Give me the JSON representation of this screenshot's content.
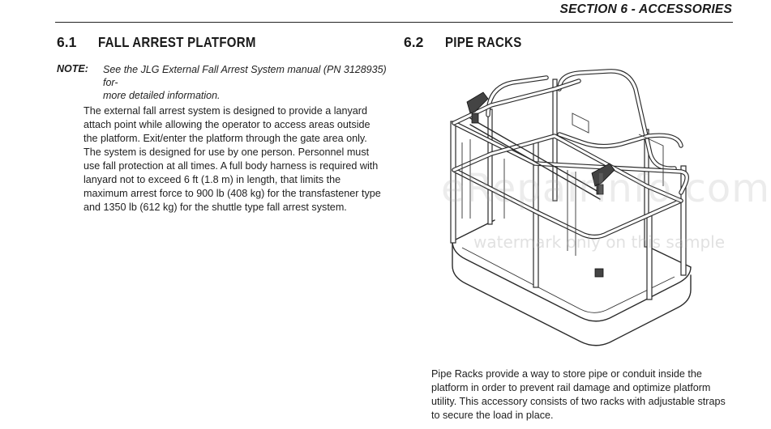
{
  "header": {
    "section_title": "SECTION 6 - ACCESSORIES"
  },
  "sections": [
    {
      "number": "6.1",
      "title": "FALL ARREST PLATFORM",
      "note": {
        "label": "NOTE:",
        "lines": [
          "See the JLG External Fall Arrest System manual (PN 3128935) for-",
          "more detailed information."
        ]
      },
      "body_lines": [
        "The external fall arrest system is designed to provide a lanyard",
        "attach point while allowing the operator to access areas outside",
        "the platform. Exit/enter the platform through the gate area only.",
        "The system is designed for use by one person. Personnel must",
        "use fall protection at all times. A full body harness is required with",
        "lanyard not to exceed 6 ft (1.8 m) in length, that limits the",
        "maximum arrest force to 900 lb (408 kg) for the transfastener type",
        "and 1350 lb (612 kg) for the shuttle type fall arrest system."
      ]
    },
    {
      "number": "6.2",
      "title": "PIPE RACKS",
      "body_lines": [
        "Pipe Racks provide a way to store pipe or conduit inside the",
        "platform in order to prevent rail damage and optimize platform",
        "utility. This accessory consists of two racks with adjustable straps",
        "to secure the load in place."
      ]
    }
  ],
  "watermark": {
    "main": "eRepairInfo.com",
    "sub": "watermark only on this sample"
  }
}
